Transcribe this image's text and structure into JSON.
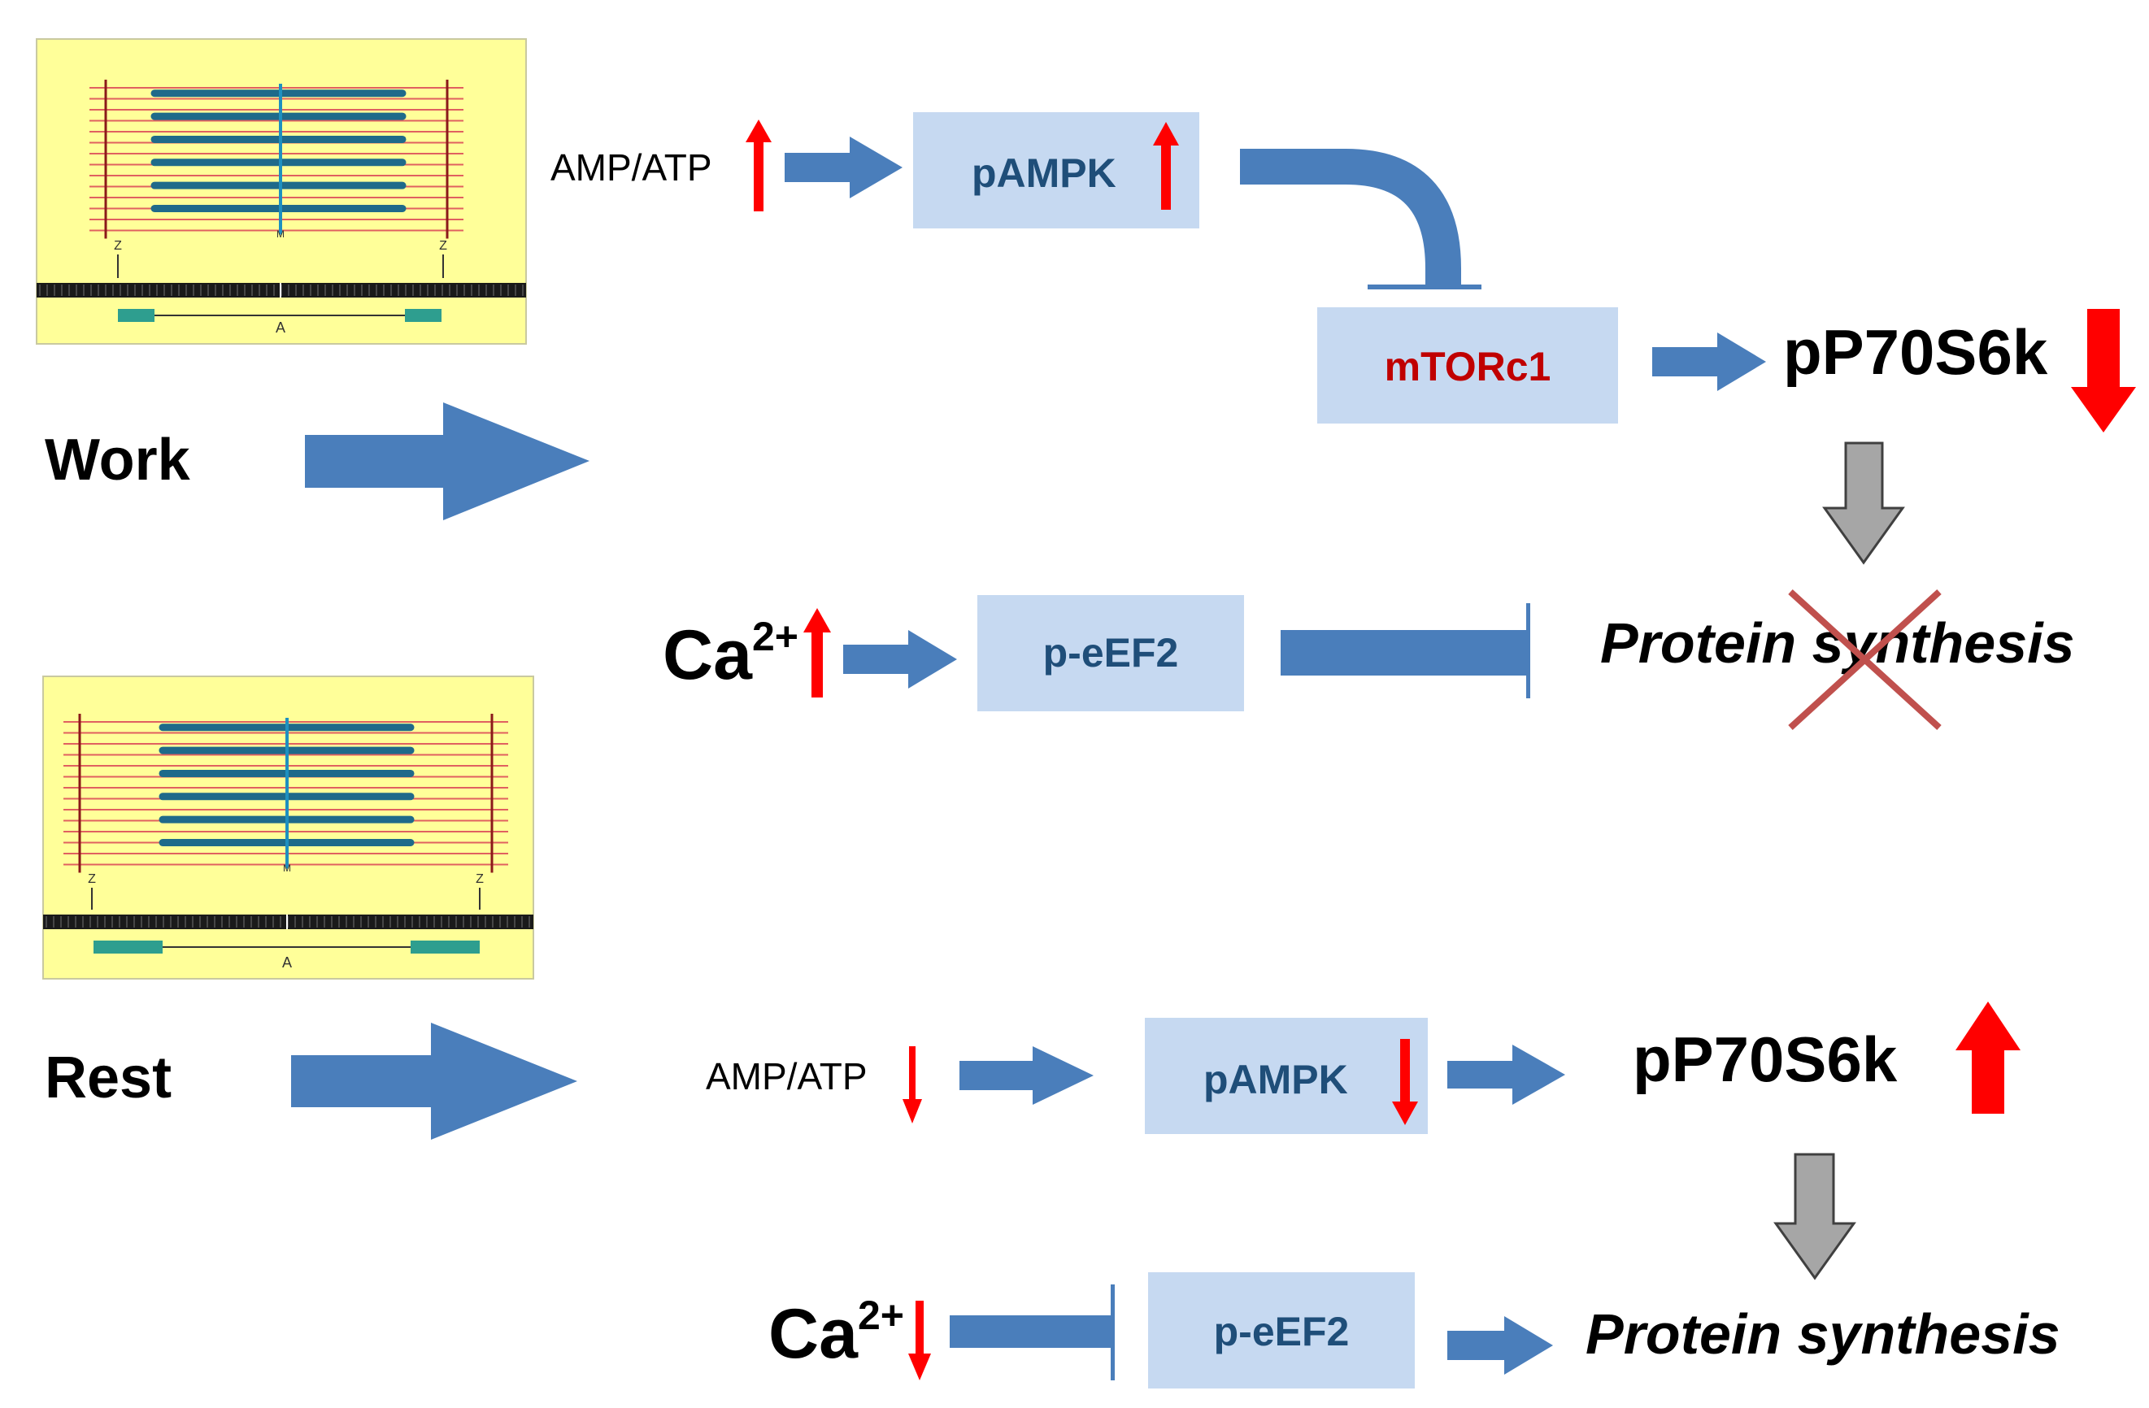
{
  "colors": {
    "flow_blue": "#4a7ebb",
    "box_fill": "#c6d9f1",
    "box_text": "#1f4e79",
    "mtor_text": "#c00000",
    "red_arrow": "#ff0000",
    "gray_arrow": "#a6a6a6",
    "cross": "#c0504d",
    "panel_yellow": "#ffff99",
    "filament_blue": "#1f6a8a",
    "filament_red": "#e06060",
    "teal": "#2e9e8f"
  },
  "work": {
    "label": "Work",
    "sarcomere": {
      "z_left": "Z",
      "z_right": "Z",
      "m_line": "M",
      "a_band": "A"
    },
    "amp_atp": {
      "label": "AMP/ATP",
      "direction": "up"
    },
    "pampk": {
      "label": "pAMPK",
      "direction": "up"
    },
    "mtorc1": {
      "label": "mTORc1"
    },
    "pp70s6k": {
      "label": "pP70S6k",
      "direction": "down"
    },
    "ca": {
      "base": "Ca",
      "sup": "2+",
      "direction": "up"
    },
    "peef2": {
      "label": "p-eEF2"
    },
    "protein_synthesis": {
      "label": "Protein synthesis",
      "blocked": true
    }
  },
  "rest": {
    "label": "Rest",
    "sarcomere": {
      "z_left": "Z",
      "z_right": "Z",
      "m_line": "M",
      "a_band": "A"
    },
    "amp_atp": {
      "label": "AMP/ATP",
      "direction": "down"
    },
    "pampk": {
      "label": "pAMPK",
      "direction": "down"
    },
    "pp70s6k": {
      "label": "pP70S6k",
      "direction": "up"
    },
    "ca": {
      "base": "Ca",
      "sup": "2+",
      "direction": "down"
    },
    "peef2": {
      "label": "p-eEF2"
    },
    "protein_synthesis": {
      "label": "Protein synthesis",
      "blocked": false
    }
  }
}
